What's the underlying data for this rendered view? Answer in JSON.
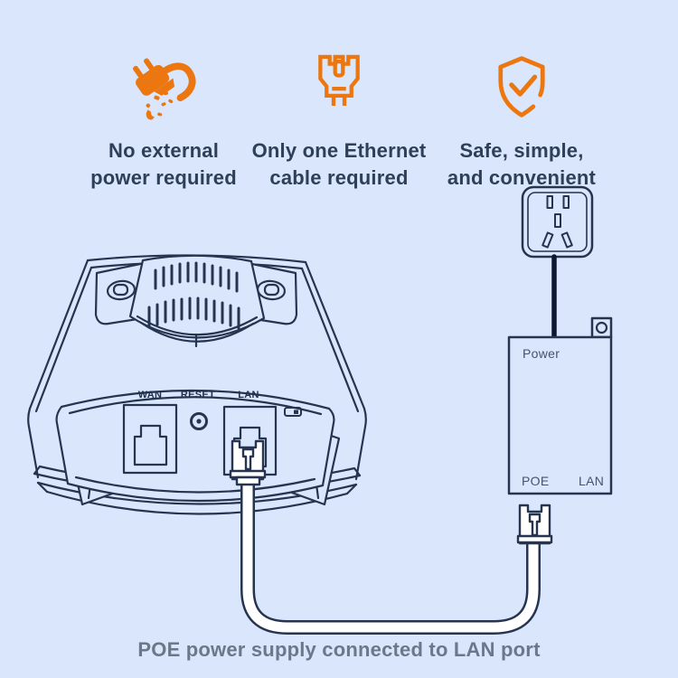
{
  "colors": {
    "background": "#d9e6fb",
    "accent_orange": "#EC7711",
    "line_art": "#263450",
    "power_cord": "#0d1830",
    "heading_text": "#2e3f58",
    "caption_text": "#6b7889",
    "port_label_text": "#22304f",
    "injector_label_text": "#44546d"
  },
  "features": [
    {
      "icon": "broken-power-plug-icon",
      "line1": "No external",
      "line2": "power required"
    },
    {
      "icon": "ethernet-connector-icon",
      "line1": "Only one Ethernet",
      "line2": "cable required"
    },
    {
      "icon": "shield-check-icon",
      "line1": "Safe, simple,",
      "line2": "and convenient"
    }
  ],
  "device": {
    "ports": {
      "wan": "WAN",
      "reset": "RESET",
      "lan": "LAN"
    }
  },
  "injector": {
    "power_label": "Power",
    "poe_label": "POE",
    "lan_label": "LAN"
  },
  "caption": "POE power supply connected to LAN port"
}
